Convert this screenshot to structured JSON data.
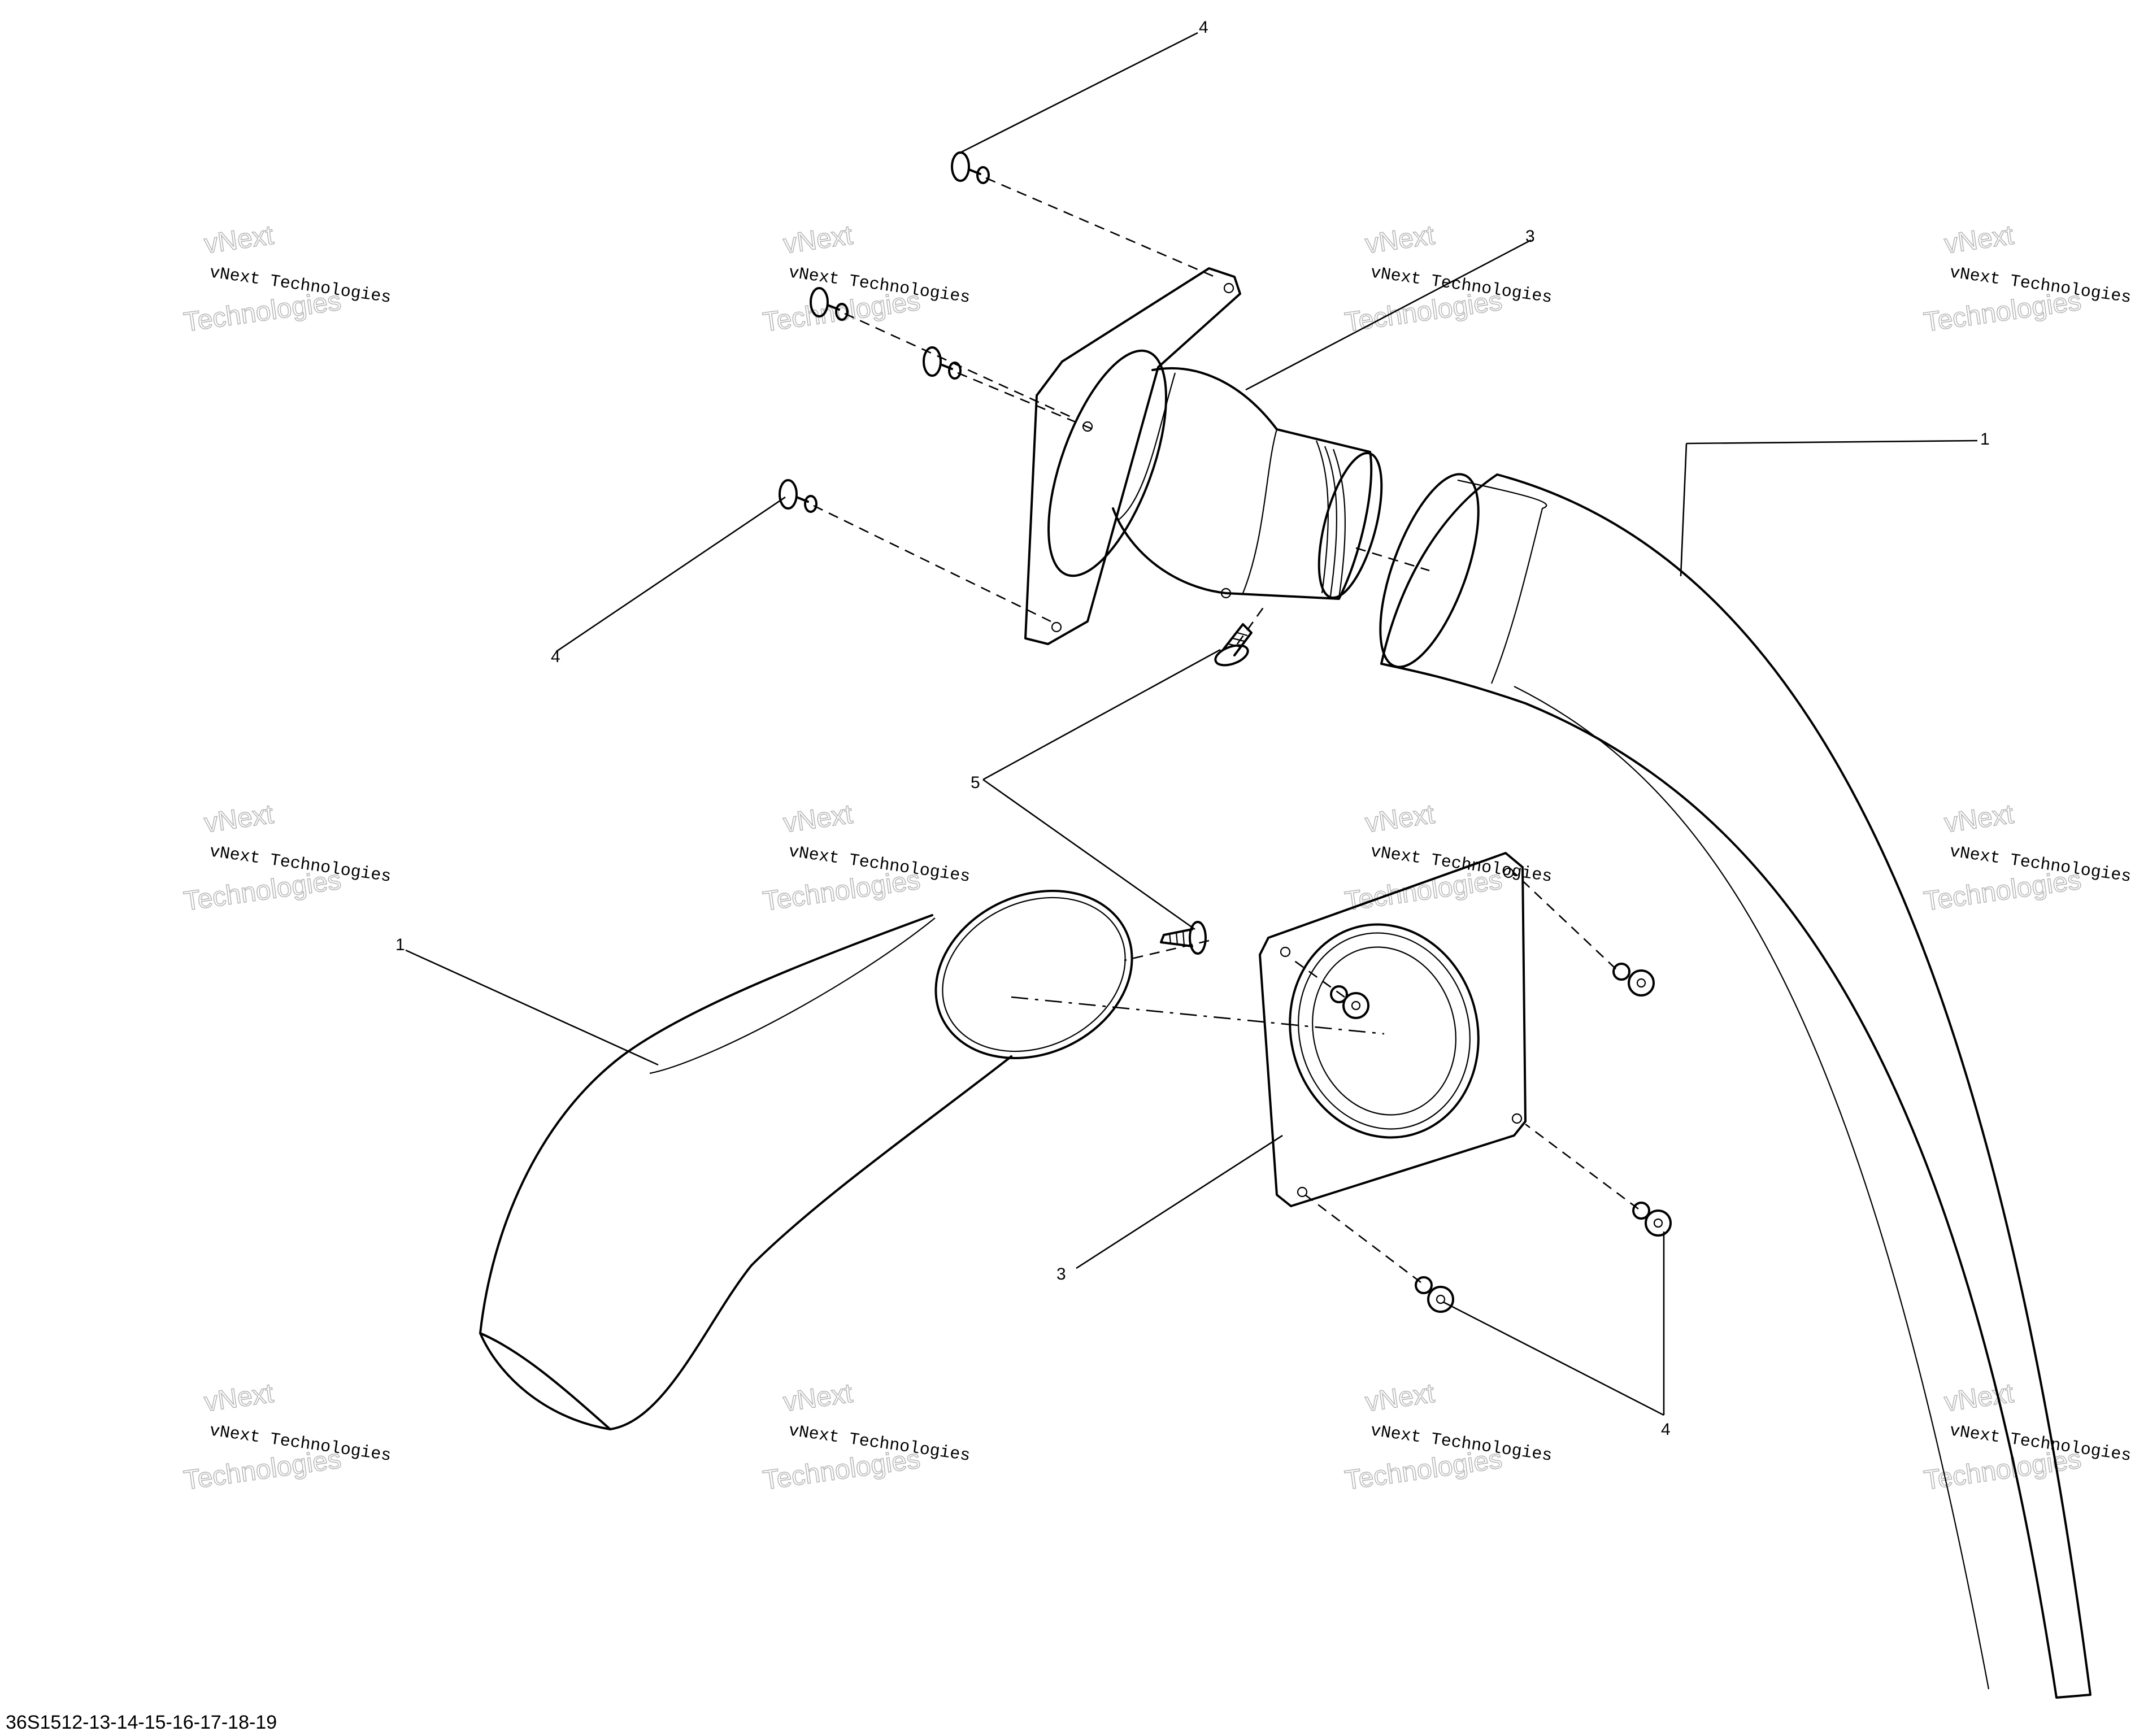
{
  "callouts": {
    "duct_lower": "1",
    "duct_upper": "1",
    "adapter_upper": "3",
    "adapter_lower": "3",
    "rivets_top": "4",
    "rivets_left": "4",
    "rivets_lower": "4",
    "screws": "5"
  },
  "watermark": {
    "line1": "vNext Technologies",
    "line2": "vNext",
    "line3": "Technologies"
  },
  "drawing_code": "36S1512-13-14-15-16-17-18-19"
}
